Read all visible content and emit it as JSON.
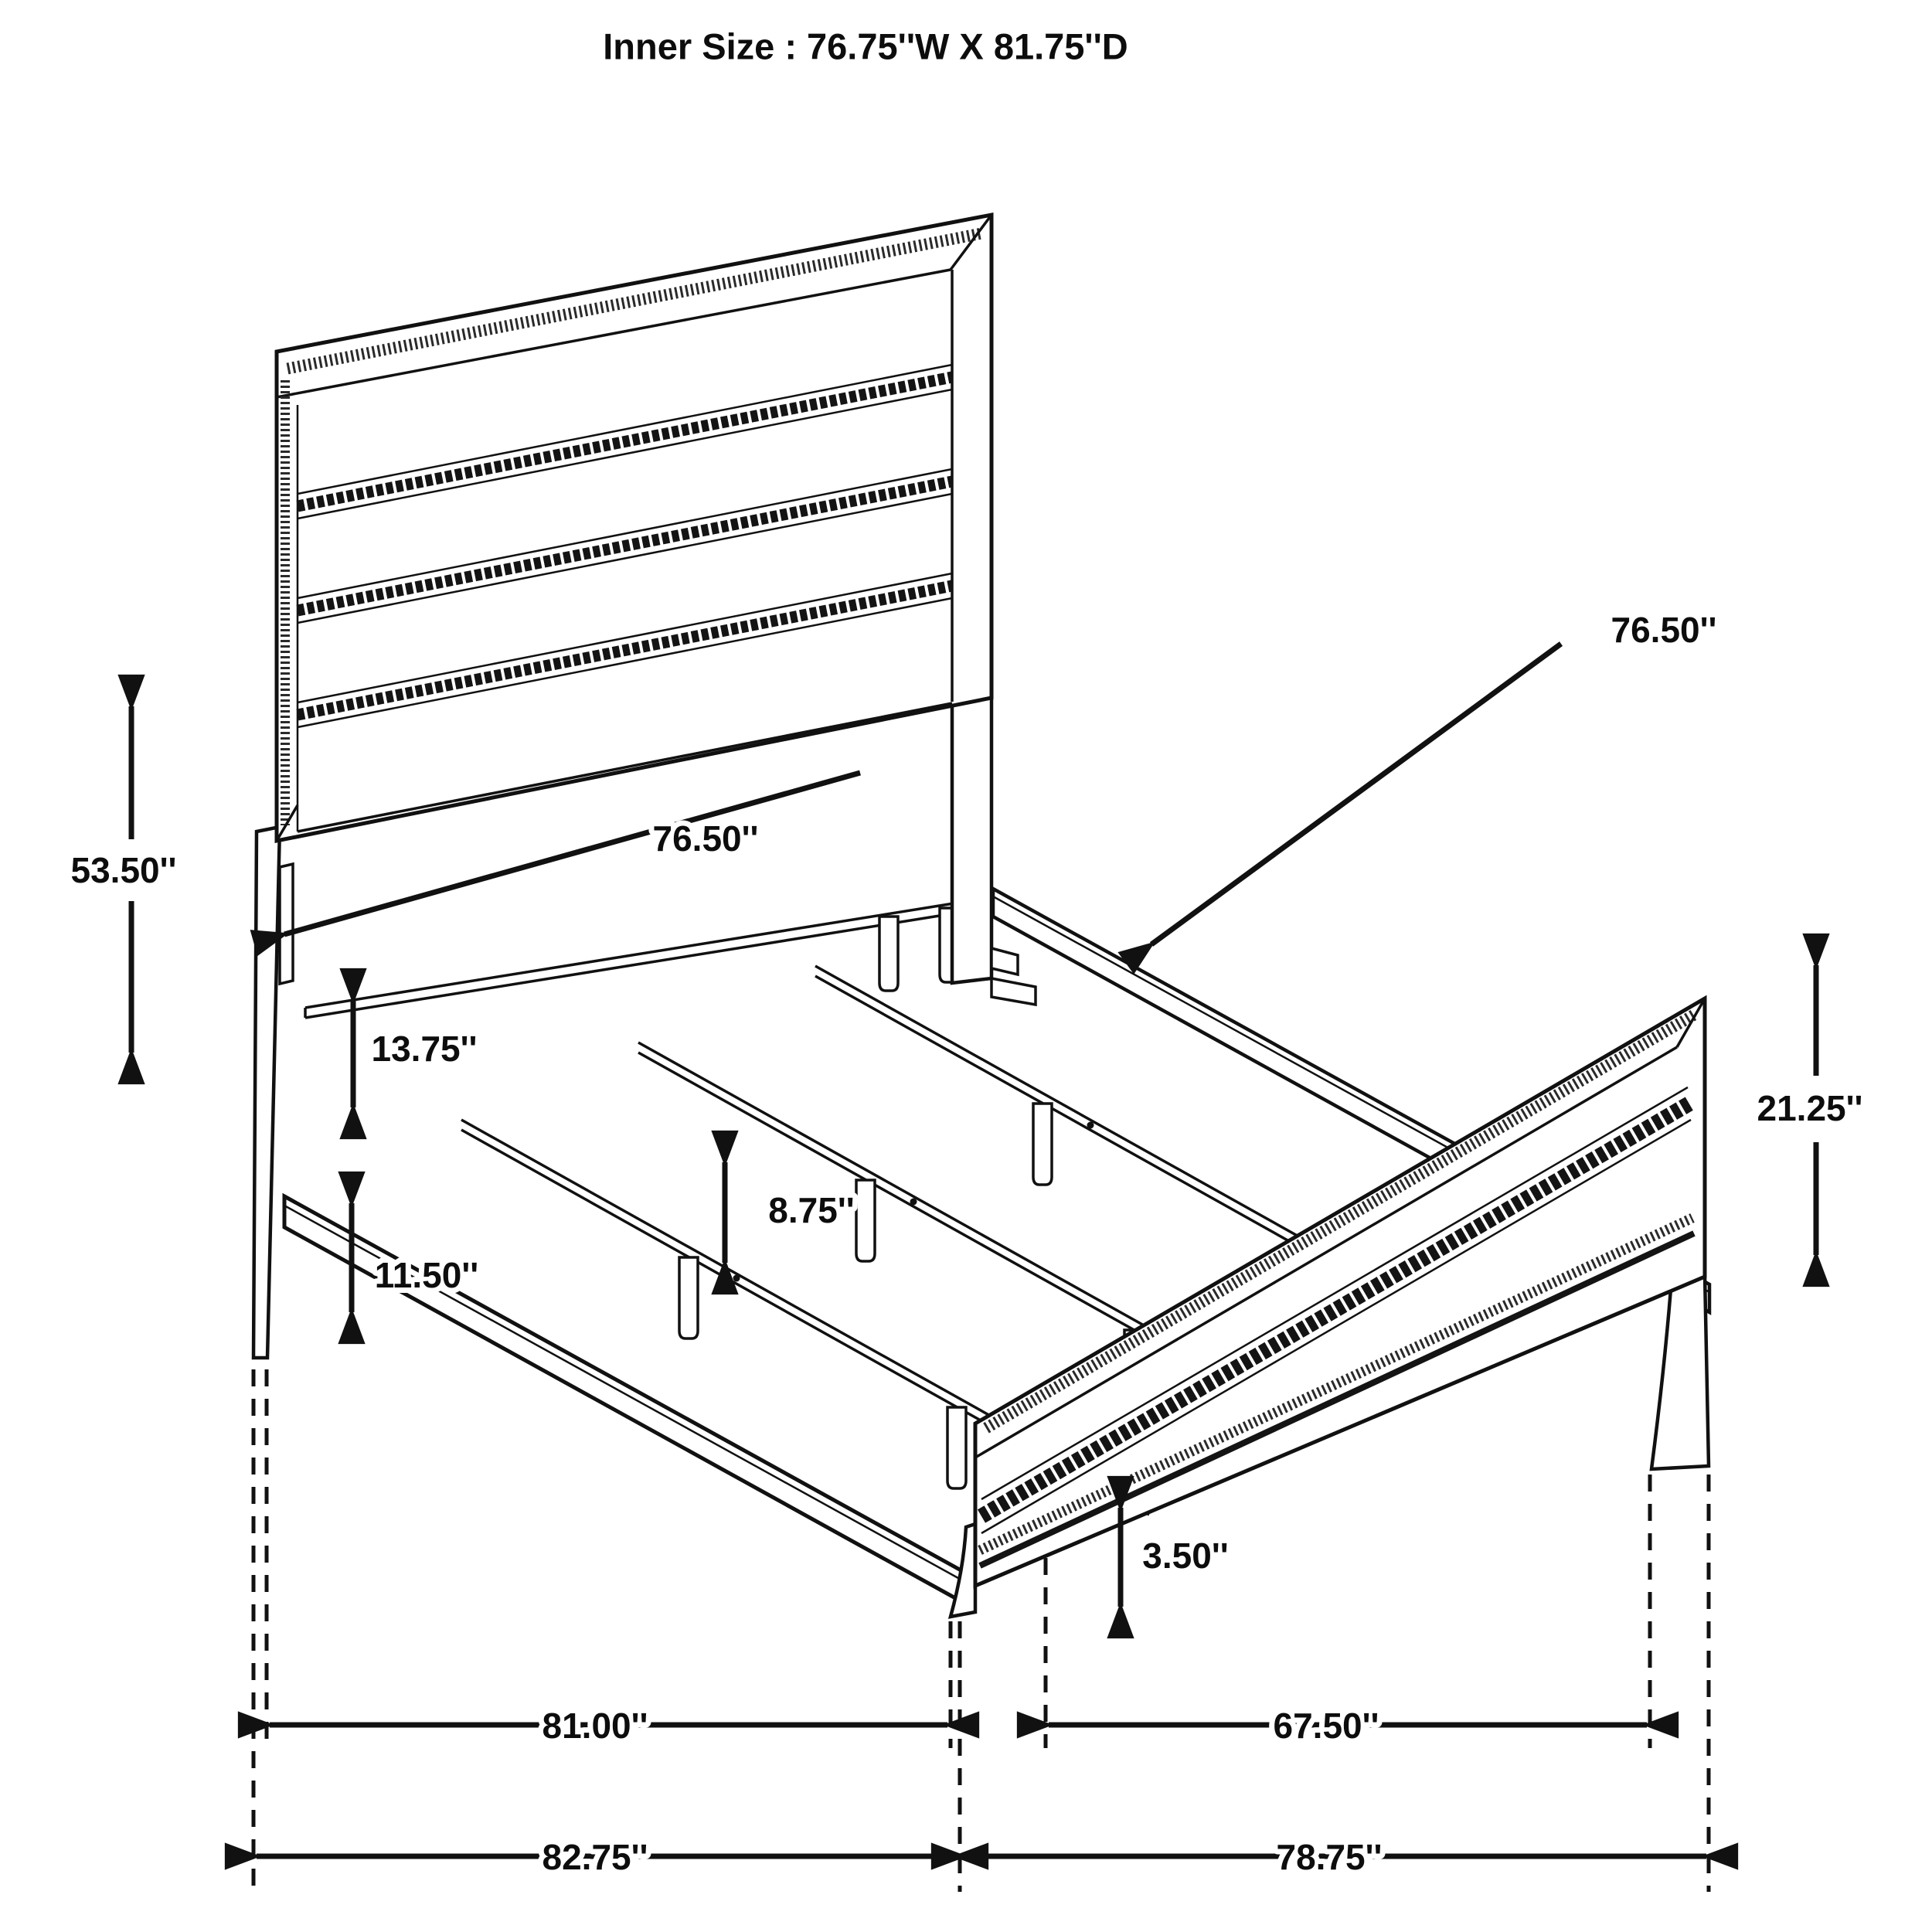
{
  "title": "Inner Size : 76.75''W X 81.75''D",
  "dims": {
    "headboard_height": "53.50''",
    "headboard_width": "76.50''",
    "center_rail_width": "76.50''",
    "rail_top_height": "13.75''",
    "rail_bottom_height": "11.50''",
    "center_support_height": "8.75''",
    "footboard_height": "21.25''",
    "footboard_foot_height": "3.50''",
    "inner_length": "81.00''",
    "footboard_inner_width": "67.50''",
    "outer_width": "82.75''",
    "outer_depth": "78.75''"
  },
  "colors": {
    "ink": "#111111",
    "background": "#ffffff"
  }
}
